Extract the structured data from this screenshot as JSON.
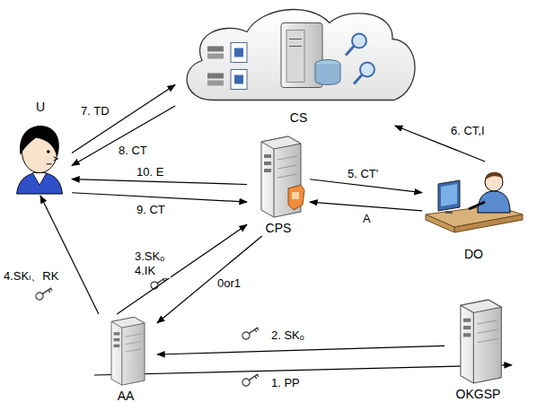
{
  "diagram": {
    "nodes": [
      {
        "text": [
          "CS"
        ]
      },
      {
        "text": [
          "U"
        ]
      },
      {
        "text": [
          "CPS"
        ]
      },
      {
        "text": [
          "DO"
        ]
      },
      {
        "text": [
          "AA"
        ]
      },
      {
        "text": [
          "OKGSP"
        ]
      }
    ],
    "edges": [
      {
        "from": 1,
        "to": 0,
        "label": "7. TD",
        "arrow": "to"
      },
      {
        "from": 0,
        "to": 1,
        "label": "8. CT",
        "arrow": "to"
      },
      {
        "from": 3,
        "to": 0,
        "label": "6. CT,I",
        "arrow": "to"
      },
      {
        "from": 2,
        "to": 1,
        "label": "10. E",
        "arrow": "to"
      },
      {
        "from": 1,
        "to": 2,
        "label": "9. CT",
        "arrow": "to"
      },
      {
        "from": 2,
        "to": 3,
        "label": "5. CT'",
        "arrow": "to"
      },
      {
        "from": 3,
        "to": 2,
        "label": "A",
        "arrow": "to"
      },
      {
        "from": 4,
        "to": 2,
        "label": "3.SKₒ 4.IK",
        "arrow": "to"
      },
      {
        "from": 2,
        "to": 4,
        "label": "0or1",
        "arrow": "to"
      },
      {
        "from": 4,
        "to": 1,
        "label": "4.SKₗ、RK",
        "arrow": "to"
      },
      {
        "from": 5,
        "to": 4,
        "label": "2. SKₒ",
        "arrow": "to"
      },
      {
        "from": 4,
        "to": 5,
        "label": "1. PP",
        "arrow": "to"
      }
    ]
  }
}
